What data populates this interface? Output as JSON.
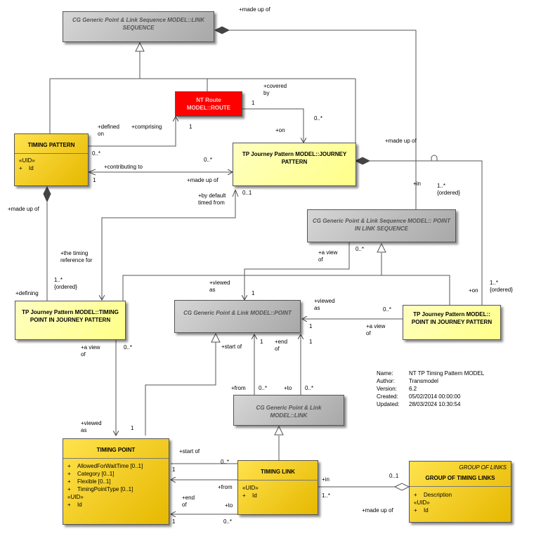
{
  "classes": {
    "link_sequence": {
      "title": "CG Generic Point & Link Sequence MODEL::LINK SEQUENCE"
    },
    "route": {
      "title": "NT Route MODEL::ROUTE"
    },
    "timing_pattern": {
      "title": "TIMING PATTERN",
      "stereotype": "«UID»",
      "attrs": [
        {
          "vis": "+",
          "name": "Id"
        }
      ]
    },
    "tp_journey_pattern": {
      "title": "TP Journey Pattern MODEL::JOURNEY PATTERN"
    },
    "point_in_link_sequence": {
      "title": "CG Generic Point & Link Sequence MODEL:: POINT IN LINK SEQUENCE"
    },
    "timing_point_in_jp": {
      "title": "TP Journey Pattern MODEL::TIMING POINT IN JOURNEY PATTERN"
    },
    "point": {
      "title": "CG Generic Point & Link MODEL::POINT"
    },
    "point_in_jp": {
      "title": "TP Journey Pattern MODEL:: POINT IN JOURNEY PATTERN"
    },
    "link": {
      "title": "CG Generic Point & Link MODEL::LINK"
    },
    "timing_point": {
      "title": "TIMING POINT",
      "attrs": [
        {
          "vis": "+",
          "name": "AllowedForWaitTime [0..1]"
        },
        {
          "vis": "+",
          "name": "Category [0..1]"
        },
        {
          "vis": "+",
          "name": "Flexible [0..1]"
        },
        {
          "vis": "+",
          "name": "TimingPointType [0..1]"
        }
      ],
      "stereotype": "«UID»",
      "id_attr": {
        "vis": "+",
        "name": "Id"
      }
    },
    "timing_link": {
      "title": "TIMING LINK",
      "stereotype": "«UID»",
      "attrs": [
        {
          "vis": "+",
          "name": "Id"
        }
      ]
    },
    "group_of_timing_links": {
      "top_label": "GROUP OF LINKS",
      "title": "GROUP OF TIMING LINKS",
      "attrs": [
        {
          "vis": "+",
          "name": "Description"
        }
      ],
      "stereotype": "«UID»",
      "id_attr": {
        "vis": "+",
        "name": "Id"
      }
    }
  },
  "labels": {
    "made_up_of_top": "+made up of",
    "covered_by": "+covered\nby",
    "one_route_a": "1",
    "defined_on": "+defined\non",
    "comprising": "+comprising",
    "one_route_b": "1",
    "zero_many_cov": "0..*",
    "on_jp": "+on",
    "zero_many_tp": "0..*",
    "made_up_of_right": "+made up of",
    "contributing_to": "+contributing to",
    "zero_many_contrib": "0..*",
    "one_contrib": "1",
    "made_up_of_jp": "+made up of",
    "in_label": "+in",
    "one_many_ordered_a": "1..*\n{ordered}",
    "by_default": "+by default\ntimed from",
    "zero_one_a": "0..1",
    "made_up_of_left": "+made up of",
    "timing_ref": "+the timing\nreference for",
    "one_many_ordered_b": "1..*\n{ordered}",
    "defining": "+defining",
    "a_view_of_pils": "+a view\nof",
    "zero_many_pils": "0..*",
    "viewed_as_a": "+viewed\nas",
    "one_point_a": "1",
    "viewed_as_b": "+viewed\nas",
    "zero_many_pjp": "0..*",
    "one_point_b": "1",
    "a_view_of_pjp": "+a view\nof",
    "on_right": "+on",
    "one_many_ordered_c": "1..*\n{ordered}",
    "a_view_of_tpjp": "+a view\nof",
    "zero_many_tpjp": "0..*",
    "start_of": "+start of",
    "one_start": "1",
    "end_of": "+end\nof",
    "one_end": "1",
    "from_lbl": "+from",
    "zero_many_from": "0..*",
    "to_lbl": "+to",
    "zero_many_to": "0..*",
    "viewed_as_c": "+viewed\nas",
    "one_tp_view": "1",
    "start_of_tp": "+start of",
    "zero_many_start_tp": "0..*",
    "one_tp_start": "1",
    "from_tp": "+from",
    "end_of_tp": "+end\nof",
    "to_tp": "+to",
    "one_tp_end": "1",
    "zero_many_end_tp": "0..*",
    "in_group": "+in",
    "zero_one_group": "0..1",
    "one_many_group": "1..*",
    "made_up_of_group": "+made up of"
  },
  "meta": {
    "name_key": "Name:",
    "name_val": "NT TP Timing Pattern MODEL",
    "author_key": "Author:",
    "author_val": "Transmodel",
    "version_key": "Version:",
    "version_val": "6.2",
    "created_key": "Created:",
    "created_val": "05/02/2014 00:00:00",
    "updated_key": "Updated:",
    "updated_val": "28/03/2024 10:30:54"
  },
  "colors": {
    "gray": "#b8b8b8",
    "yellow": "#ffffa0",
    "gold": "#f5cc1a",
    "red": "#ff0000",
    "line": "#555555"
  }
}
